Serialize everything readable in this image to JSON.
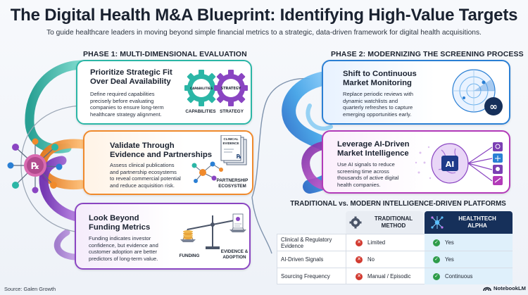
{
  "header": {
    "title": "The Digital Health M&A Blueprint: Identifying High-Value Targets",
    "subtitle": "To guide healthcare leaders in moving beyond simple financial metrics to a strategic, data-driven framework for digital health acquisitions."
  },
  "phase1": {
    "heading": "PHASE 1: MULTI-DIMENSIONAL EVALUATION",
    "cards": [
      {
        "title_line1": "Prioritize Strategic Fit",
        "title_line2": "Over Deal Availability",
        "body": [
          "Define required capabilities",
          "precisely before evaluating",
          "companies to ensure long-term",
          "healthcare strategy alignment."
        ],
        "labels": [
          "CAPABILITIES",
          "STRATEGY"
        ]
      },
      {
        "title_line1": "Validate Through",
        "title_line2": "Evidence and Partnerships",
        "body": [
          "Assess clinical publications",
          "and partnership ecosystems",
          "to reveal commercial potential",
          "and reduce acquisition risk."
        ],
        "doc_label_1": "CLINICAL",
        "doc_label_2": "EVIDENCE",
        "eco_label_1": "PARTNERSHIP",
        "eco_label_2": "ECOSYSTEM"
      },
      {
        "title_line1": "Look Beyond",
        "title_line2": "Funding Metrics",
        "body": [
          "Funding indicates investor",
          "confidence, but evidence and",
          "customer adoption are better",
          "predictors of long-term value."
        ],
        "scale_left": "FUNDING",
        "scale_right_1": "EVIDENCE &",
        "scale_right_2": "ADOPTION"
      }
    ]
  },
  "phase2": {
    "heading": "PHASE 2: MODERNIZING THE SCREENING PROCESS",
    "cards": [
      {
        "title_line1": "Shift to Continuous",
        "title_line2": "Market Monitoring",
        "body": [
          "Replace periodic reviews with",
          "dynamic watchlists and",
          "quarterly refreshes to capture",
          "emerging opportunities early."
        ]
      },
      {
        "title_line1": "Leverage AI-Driven",
        "title_line2": "Market Intelligence",
        "body": [
          "Use AI signals to reduce",
          "screening time across",
          "thousands of active digital",
          "health companies."
        ],
        "ai_label": "AI"
      }
    ]
  },
  "comparison": {
    "heading": "TRADITIONAL vs. MODERN INTELLIGENCE-DRIVEN PLATFORMS",
    "col_traditional_1": "TRADITIONAL",
    "col_traditional_2": "METHOD",
    "col_modern_1": "HEALTHTECH",
    "col_modern_2": "ALPHA",
    "rows": [
      {
        "label_1": "Clinical & Regulatory",
        "label_2": "Evidence",
        "traditional": "Limited",
        "modern": "Yes"
      },
      {
        "label_1": "AI-Driven Signals",
        "label_2": "",
        "traditional": "No",
        "modern": "Yes"
      },
      {
        "label_1": "Sourcing Frequency",
        "label_2": "",
        "traditional": "Manual / Episodic",
        "modern": "Continuous"
      }
    ]
  },
  "footer": {
    "source": "Source: Galen Growth",
    "brand": "NotebookLM"
  },
  "colors": {
    "teal": "#2bb6a6",
    "orange": "#f08a2c",
    "purple": "#8a45c2",
    "blue": "#2a7fd4",
    "magenta": "#b23ab8",
    "navy": "#16305a"
  }
}
